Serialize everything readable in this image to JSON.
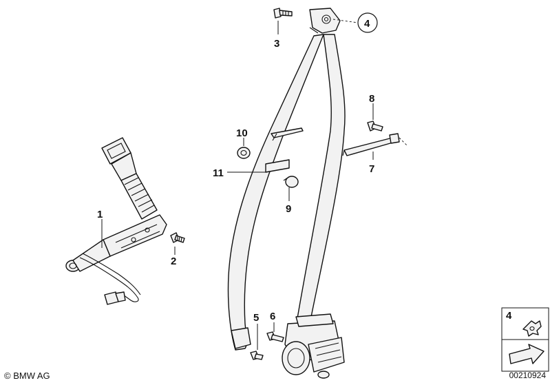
{
  "labels": {
    "p1": "1",
    "p2": "2",
    "p3": "3",
    "p4": "4",
    "p5": "5",
    "p6": "6",
    "p7": "7",
    "p8": "8",
    "p9": "9",
    "p10": "10",
    "p11": "11",
    "detail": "4"
  },
  "footer": {
    "copyright": "© BMW AG",
    "doc_number": "00210924"
  }
}
